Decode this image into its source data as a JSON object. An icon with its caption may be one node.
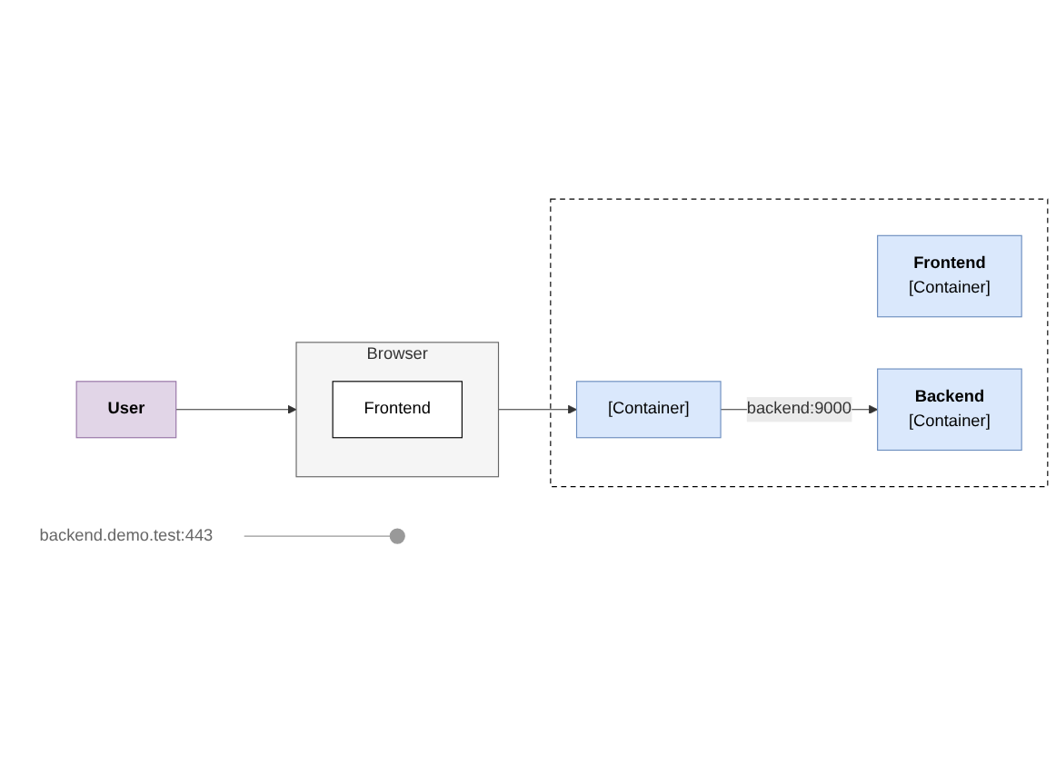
{
  "diagram": {
    "nodes": [
      {
        "text": [
          "User"
        ]
      },
      {
        "text": [
          "Browser"
        ]
      },
      {
        "text": [
          "Frontend"
        ],
        "in": 1
      },
      {
        "text": [],
        "shape": "box"
      },
      {
        "text": [
          "Frontend",
          "[Container]"
        ],
        "in": 3
      },
      {
        "text": [
          "[Container]"
        ],
        "in": 3
      },
      {
        "text": [
          "Backend",
          "[Container]"
        ],
        "in": 3
      },
      {
        "text": [
          "backend.demo.test:443"
        ]
      }
    ],
    "edges": [
      {
        "from": 0,
        "to": 1,
        "arrow": "to"
      },
      {
        "from": 1,
        "to": 5,
        "arrow": "to"
      },
      {
        "from": 5,
        "to": 6,
        "label": "backend:9000",
        "arrow": "to"
      },
      {
        "from": 7,
        "to": null,
        "arrow": "other",
        "color": "#999999"
      }
    ]
  }
}
